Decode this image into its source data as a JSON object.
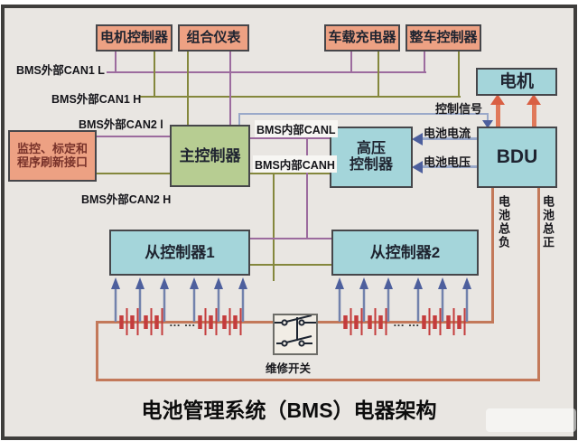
{
  "title": "电池管理系统（BMS）电器架构",
  "nodes": {
    "motor_controller": "电机控制器",
    "instrument_cluster": "组合仪表",
    "onboard_charger": "车载充电器",
    "vehicle_controller": "整车控制器",
    "motor": "电机",
    "monitor_interface": {
      "line1": "监控、标定和",
      "line2": "程序刷新接口"
    },
    "main_controller": "主控制器",
    "hv_controller": {
      "line1": "高压",
      "line2": "控制器"
    },
    "bdu": "BDU",
    "slave_controller_1": "从控制器1",
    "slave_controller_2": "从控制器2",
    "service_switch": "维修开关"
  },
  "bus_labels": {
    "can1_l": "BMS外部CAN1 L",
    "can1_h": "BMS外部CAN1 H",
    "can2_l": "BMS外部CAN2 l",
    "can2_h": "BMS外部CAN2 H",
    "int_canl": "BMS内部CANL",
    "int_canh": "BMS内部CANH"
  },
  "signals": {
    "control": "控制信号",
    "battery_current": "电池电流",
    "battery_voltage": "电池电压",
    "battery_neg": "电池总负",
    "battery_pos": "电池总正"
  },
  "misc": {
    "ellipsis": "… …"
  },
  "colors": {
    "can_low": "#9c6b9e",
    "can_high": "#84873c",
    "signal_blue": "#4d5f9d",
    "power_orange": "#c3795a",
    "battery_red": "#c43c3c",
    "box_salmon": "#eda183",
    "box_green": "#b7cd92",
    "box_teal": "#a4d5da",
    "background": "#e9e6e2"
  }
}
